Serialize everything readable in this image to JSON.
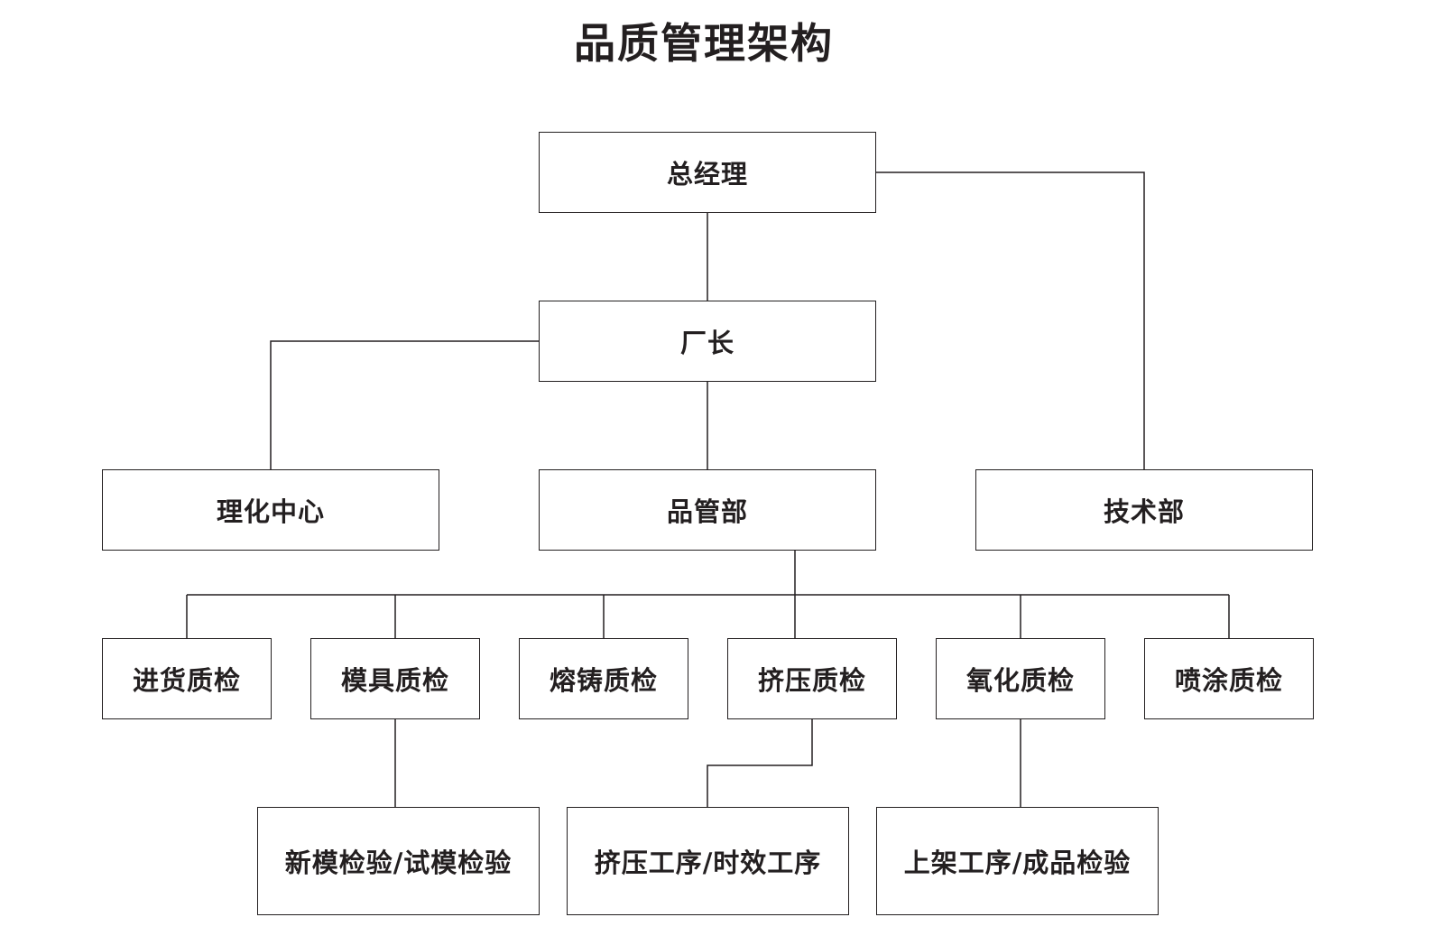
{
  "title": "品质管理架构",
  "nodes": {
    "general_manager": "总经理",
    "factory_director": "厂长",
    "lab_center": "理化中心",
    "quality_dept": "品管部",
    "tech_dept": "技术部",
    "incoming_qc": "进货质检",
    "mold_qc": "模具质检",
    "casting_qc": "熔铸质检",
    "extrusion_qc": "挤压质检",
    "oxidation_qc": "氧化质检",
    "spray_qc": "喷涂质检",
    "mold_inspection": "新模检验/试模检验",
    "extrusion_process": "挤压工序/时效工序",
    "racking_process": "上架工序/成品检验"
  },
  "colors": {
    "line": "#231f20",
    "text": "#231f20",
    "background": "#ffffff"
  }
}
